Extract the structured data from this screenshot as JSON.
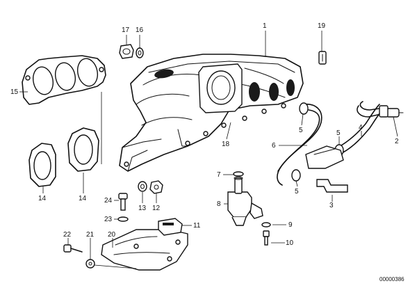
{
  "diagram": {
    "callouts": {
      "c1": "1",
      "c2": "2",
      "c3": "3",
      "c4": "4",
      "c5a": "5",
      "c5b": "5",
      "c5c": "5",
      "c6": "6",
      "c7": "7",
      "c8": "8",
      "c9": "9",
      "c10": "10",
      "c11": "11",
      "c12": "12",
      "c13": "13",
      "c14a": "14",
      "c14b": "14",
      "c15": "15",
      "c16": "16",
      "c17": "17",
      "c18": "18",
      "c19": "19",
      "c20": "20",
      "c21": "21",
      "c22": "22",
      "c23": "23",
      "c24": "24"
    },
    "drawing_number": "00000386"
  }
}
